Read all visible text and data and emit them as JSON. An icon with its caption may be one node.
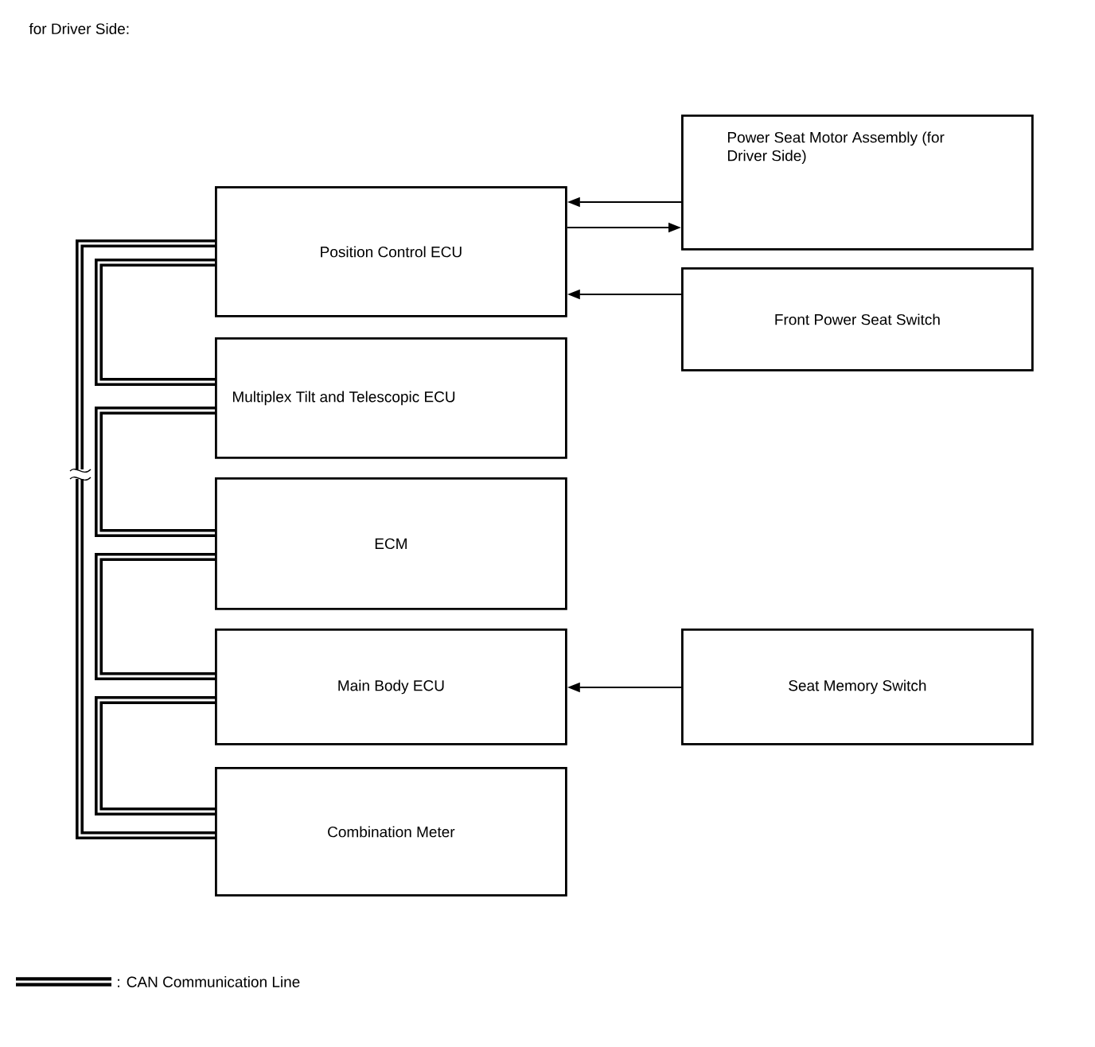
{
  "diagram": {
    "title": "for Driver Side:",
    "nodes": [
      {
        "text": [
          "Position Control ECU"
        ]
      },
      {
        "text": [
          "Power Seat Motor Assembly (for Driver Side)"
        ]
      },
      {
        "text": [
          "Front Power Seat Switch"
        ]
      },
      {
        "text": [
          "Multiplex Tilt and Telescopic ECU"
        ]
      },
      {
        "text": [
          "ECM"
        ]
      },
      {
        "text": [
          "Main Body ECU"
        ]
      },
      {
        "text": [
          "Seat Memory Switch"
        ]
      },
      {
        "text": [
          "Combination Meter"
        ]
      }
    ],
    "edges": [
      {
        "from": 1,
        "to": 0,
        "arrow": "to"
      },
      {
        "from": 0,
        "to": 1,
        "arrow": "to"
      },
      {
        "from": 2,
        "to": 0,
        "arrow": "to"
      },
      {
        "from": 6,
        "to": 5,
        "arrow": "to"
      },
      {
        "from": 0,
        "to": 3,
        "arrow": "none"
      },
      {
        "from": 3,
        "to": 4,
        "arrow": "none"
      },
      {
        "from": 4,
        "to": 5,
        "arrow": "none"
      },
      {
        "from": 5,
        "to": 7,
        "arrow": "none"
      },
      {
        "from": 0,
        "to": 7,
        "arrow": "none"
      }
    ],
    "legend": [
      {
        "text": ": CAN Communication Line"
      }
    ]
  }
}
